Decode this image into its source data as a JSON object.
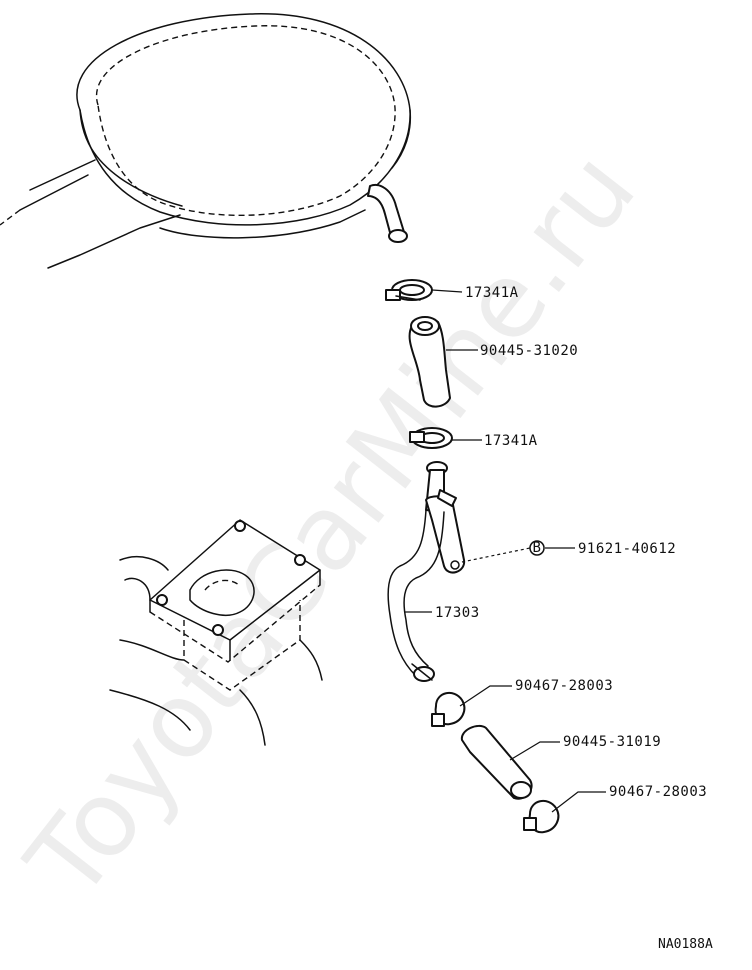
{
  "diagram": {
    "watermark": "ToyotaCarMine.ru",
    "reference_code": "NA0188A",
    "bolt_symbol": "B",
    "parts": [
      {
        "id": "clamp-upper",
        "number": "17341A"
      },
      {
        "id": "hose-upper",
        "number": "90445-31020"
      },
      {
        "id": "clamp-middle",
        "number": "17341A"
      },
      {
        "id": "bolt",
        "number": "91621-40612"
      },
      {
        "id": "pipe",
        "number": "17303"
      },
      {
        "id": "clamp-lower",
        "number": "90467-28003"
      },
      {
        "id": "hose-lower",
        "number": "90445-31019"
      },
      {
        "id": "clamp-bottom",
        "number": "90467-28003"
      }
    ]
  }
}
